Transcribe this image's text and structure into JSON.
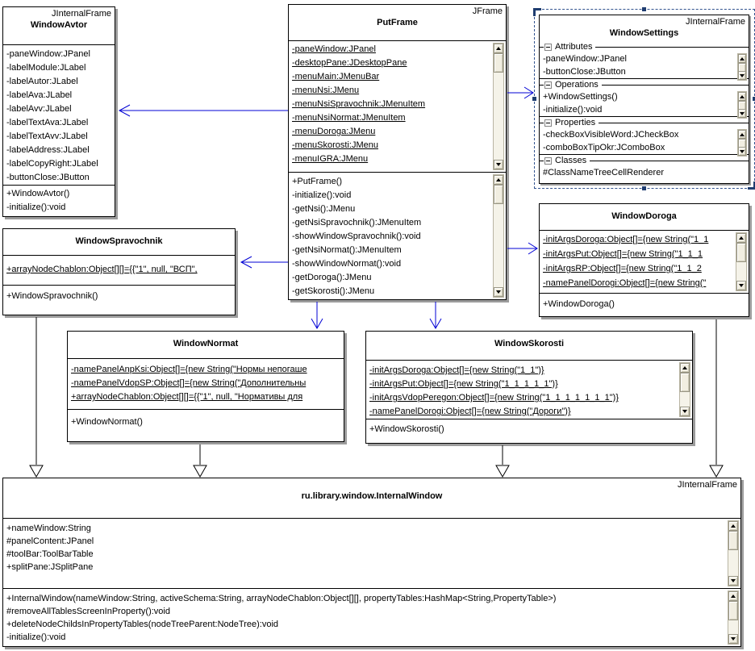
{
  "classes": {
    "windowAvtor": {
      "stereotype": "JInternalFrame",
      "name": "WindowAvtor",
      "attributes": [
        "-paneWindow:JPanel",
        "-labelModule:JLabel",
        "-labelAutor:JLabel",
        "-labelAva:JLabel",
        "-labelAvv:JLabel",
        "-labelTextAva:JLabel",
        "-labelTextAvv:JLabel",
        "-labelAddress:JLabel",
        "-labelCopyRight:JLabel",
        "-buttonClose:JButton"
      ],
      "methods": [
        "+WindowAvtor()",
        "-initialize():void"
      ]
    },
    "putFrame": {
      "stereotype": "JFrame",
      "name": "PutFrame",
      "attributes": [
        "-paneWindow:JPanel",
        "-desktopPane:JDesktopPane",
        "-menuMain:JMenuBar",
        "-menuNsi:JMenu",
        "-menuNsiSpravochnik:JMenuItem",
        "-menuNsiNormat:JMenuItem",
        "-menuDoroga:JMenu",
        "-menuSkorosti:JMenu",
        "-menuIGRA:JMenu"
      ],
      "methods": [
        "+PutFrame()",
        "-initialize():void",
        "-getNsi():JMenu",
        "-getNsiSpravochnik():JMenuItem",
        "-showWindowSpravochnik():void",
        "-getNsiNormat():JMenuItem",
        "-showWindowNormat():void",
        "-getDoroga():JMenu",
        "-getSkorosti():JMenu"
      ]
    },
    "windowSettings": {
      "stereotype": "JInternalFrame",
      "name": "WindowSettings",
      "sections": [
        {
          "label": "Attributes",
          "items": [
            "-paneWindow:JPanel",
            "-buttonClose:JButton"
          ]
        },
        {
          "label": "Operations",
          "items": [
            "+WindowSettings()",
            "-initialize():void"
          ]
        },
        {
          "label": "Properties",
          "items": [
            "-checkBoxVisibleWord:JCheckBox",
            "-comboBoxTipOkr:JComboBox"
          ]
        },
        {
          "label": "Classes",
          "items": [
            "#ClassNameTreeCellRenderer"
          ]
        }
      ]
    },
    "windowDoroga": {
      "name": "WindowDoroga",
      "attributes": [
        "-initArgsDoroga:Object[]={new String(\"1_1",
        "-initArgsPut:Object[]={new String(\"1_1_1",
        "-initArgsRP:Object[]={new String(\"1_1_2",
        "-namePanelDorogi:Object[]={new String(\""
      ],
      "methods": [
        "+WindowDoroga()"
      ]
    },
    "windowSpravochnik": {
      "name": "WindowSpravochnik",
      "attributes": [
        "+arrayNodeChablon:Object[][]={{\"1\", null, \"ВСП\","
      ],
      "methods": [
        "+WindowSpravochnik()"
      ]
    },
    "windowNormat": {
      "name": "WindowNormat",
      "attributes": [
        "-namePanelAnpKsi:Object[]={new String(\"Нормы непогаше",
        "-namePanelVdopSP:Object[]={new String(\"Дополнительны",
        "+arrayNodeChablon:Object[][]={{\"1\", null, \"Нормативы для"
      ],
      "methods": [
        "+WindowNormat()"
      ]
    },
    "windowSkorosti": {
      "name": "WindowSkorosti",
      "attributes": [
        "-initArgsDoroga:Object[]={new String(\"1_1\")}",
        "-initArgsPut:Object[]={new String(\"1_1_1_1_1\")}",
        "-initArgsVdopPeregon:Object[]={new String(\"1_1_1_1_1_1_1\")}",
        "-namePanelDorogi:Object[]={new String(\"Дороги\")}"
      ],
      "methods": [
        "+WindowSkorosti()"
      ]
    },
    "internalWindow": {
      "stereotype": "JInternalFrame",
      "name": "ru.library.window.InternalWindow",
      "attributes": [
        "+nameWindow:String",
        "#panelContent:JPanel",
        "#toolBar:ToolBarTable",
        "+splitPane:JSplitPane"
      ],
      "methods": [
        "+InternalWindow(nameWindow:String, activeSchema:String, arrayNodeChablon:Object[][], propertyTables:HashMap<String,PropertyTable>)",
        "#removeAllTablesScreenInProperty():void",
        "+deleteNodeChildsInPropertyTables(nodeTreeParent:NodeTree):void",
        "-initialize():void"
      ]
    }
  },
  "colors": {
    "association": "#0000d4",
    "generalization": "#000000",
    "selection": "#1f3d70",
    "shadow": "#9c9c9c"
  }
}
